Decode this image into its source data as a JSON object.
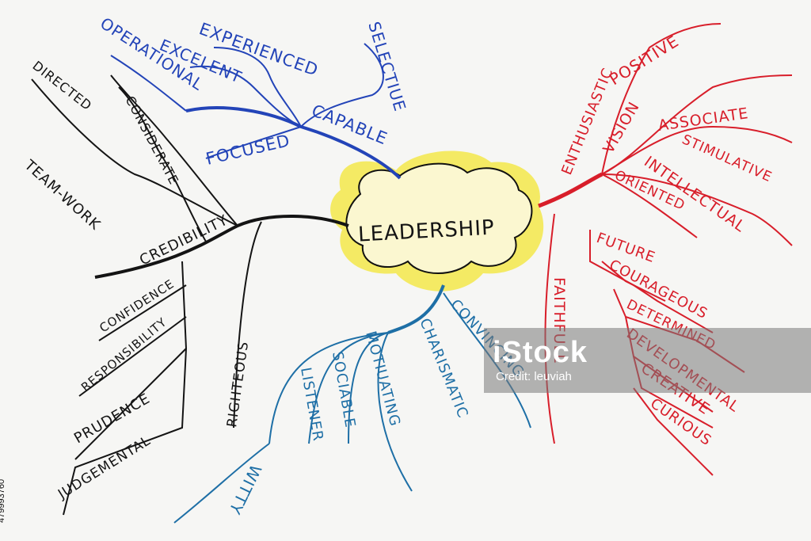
{
  "center": {
    "label": "LEADERSHIP"
  },
  "branches": {
    "blue_upper": [
      "OPERATIONAL",
      "EXCELENT",
      "EXPERIENCED",
      "SELECTIUE",
      "CAPABLE",
      "FOCUSED"
    ],
    "black_left": [
      "DIRECTED",
      "CONSIDERATE",
      "TEAM-WORK",
      "CREDIBILITY",
      "CONFIDENCE",
      "RESPONSIBILITY",
      "PRUDENCE",
      "JUDGEMENTAL",
      "RIGHTEOUS"
    ],
    "teal_lower": [
      "CONVINCING",
      "CHARISMATIC",
      "MOTIUATING",
      "SOCIABLE",
      "LISTENER",
      "WITTY"
    ],
    "red_right": [
      "ENTHUSIASTIC",
      "POSITIVE",
      "VISION",
      "ASSOCIATE",
      "STIMULATIVE",
      "INTELLECTUAL",
      "ORIENTED",
      "FUTURE",
      "COURAGEOUS",
      "DETERMINED",
      "DEVELOPMENTAL",
      "CREATIVE",
      "CURIOUS",
      "FAITHFULL"
    ]
  },
  "watermark": {
    "logo": "iStock",
    "credit": "Credit: leuviah"
  },
  "stock_id": "479993760"
}
